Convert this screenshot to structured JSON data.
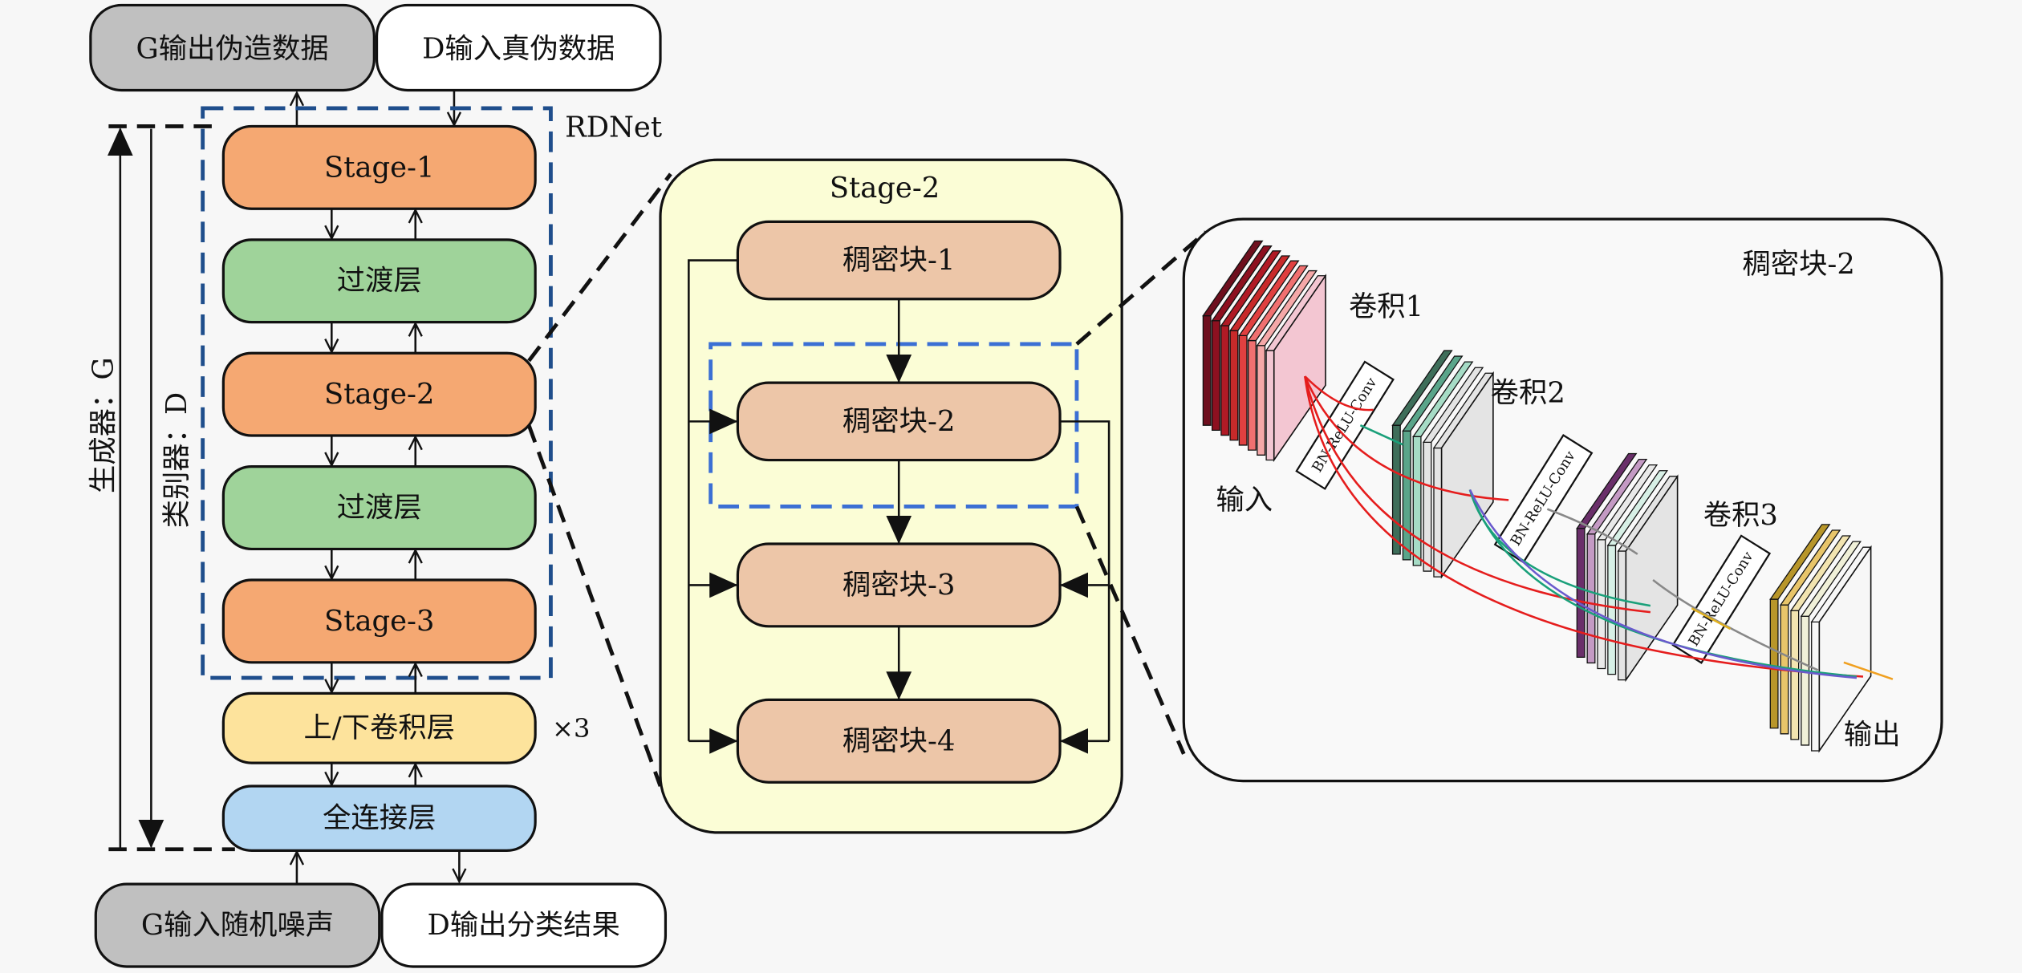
{
  "top_boxes": {
    "g_output": "G输出伪造数据",
    "d_input": "D输入真伪数据"
  },
  "bottom_boxes": {
    "g_input": "G输入随机噪声",
    "d_output": "D输出分类结果"
  },
  "rdnet": {
    "label": "RDNet",
    "layers": [
      "Stage-1",
      "过渡层",
      "Stage-2",
      "过渡层",
      "Stage-3"
    ]
  },
  "conv_layer": {
    "label": "上/下卷积层",
    "repeat": "×3"
  },
  "fc_layer": {
    "label": "全连接层"
  },
  "side_labels": {
    "generator": "生成器：G",
    "discriminator": "类别器：D"
  },
  "stage2_panel": {
    "title": "Stage-2",
    "blocks": [
      "稠密块-1",
      "稠密块-2",
      "稠密块-3",
      "稠密块-4"
    ]
  },
  "dense_block_panel": {
    "title": "稠密块-2",
    "input_label": "输入",
    "output_label": "输出",
    "conv_labels": [
      "卷积1",
      "卷积2",
      "卷积3"
    ],
    "op_label": "BN-ReLU-Conv"
  },
  "colors": {
    "stage": "#f5a872",
    "transition": "#9fd39a",
    "conv": "#fde39c",
    "fc": "#b2d6f2",
    "gray_box": "#c0c0c0",
    "panel_yellow": "#fbfdd6",
    "dense_block": "#edc6a8",
    "rdnet_dash": "#1f4e8c"
  }
}
